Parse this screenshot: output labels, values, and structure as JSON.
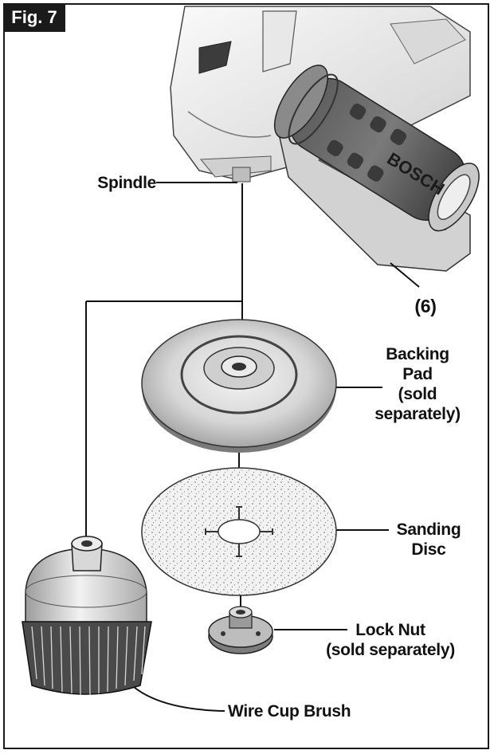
{
  "figure": {
    "tag": "Fig. 7",
    "labels": {
      "spindle": "Spindle",
      "handle_ref": "(6)",
      "backing_pad": [
        "Backing",
        "Pad",
        "(sold",
        "separately)"
      ],
      "sanding_disc": [
        "Sanding",
        "Disc"
      ],
      "lock_nut": [
        "Lock Nut",
        "(sold separately)"
      ],
      "wire_cup_brush": "Wire Cup Brush"
    },
    "handle_brand": "BOSCH"
  }
}
